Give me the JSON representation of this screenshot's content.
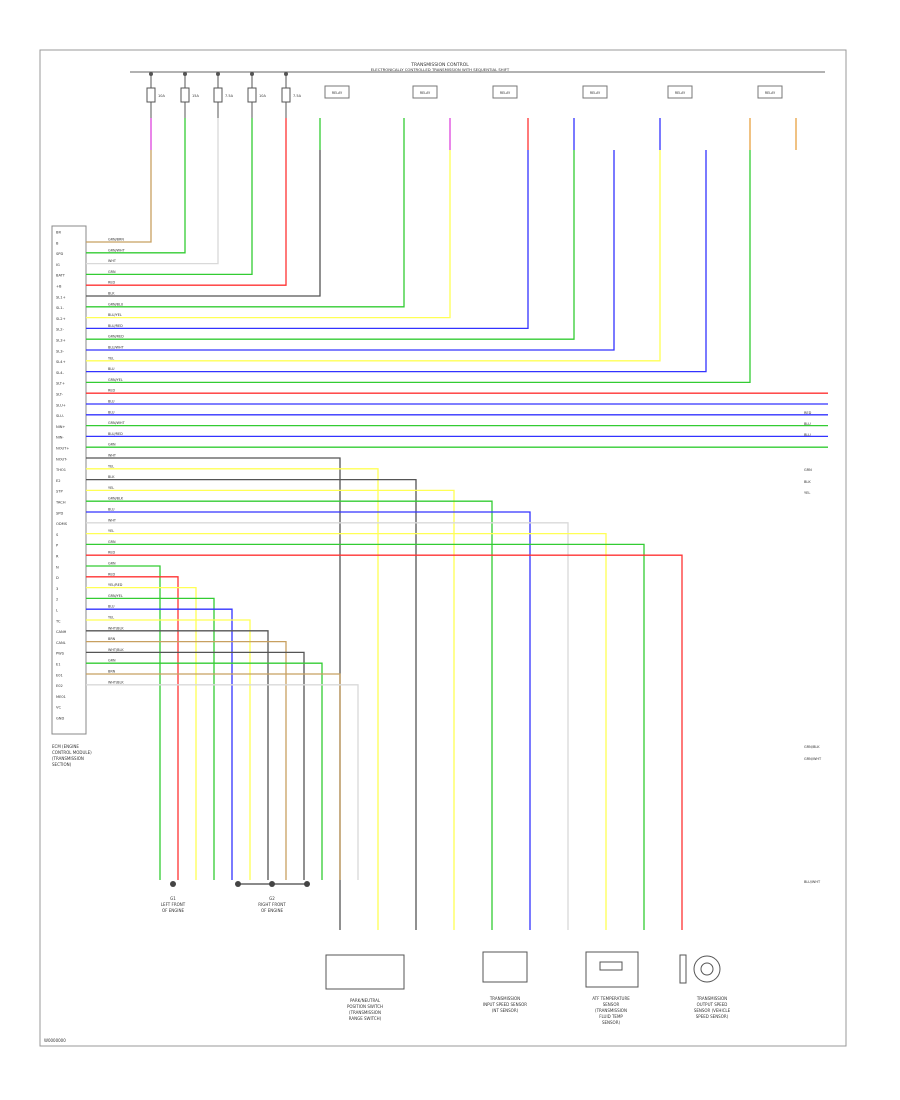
{
  "header": {
    "line1": "TRANSMISSION CONTROL",
    "line2": "ELECTRONICALLY CONTROLLED TRANSMISSION WITH SEQUENTIAL SHIFT"
  },
  "fuse_labels": [
    "10A",
    "15A",
    "7.5A",
    "10A",
    "7.5A"
  ],
  "relay_labels": [
    "RELAY",
    "RELAY",
    "RELAY",
    "RELAY",
    "RELAY",
    "RELAY"
  ],
  "ecm_pins": [
    "BR",
    "B",
    "SPD",
    "IG",
    "BATT",
    "+B",
    "SL1+",
    "SL1-",
    "SL2+",
    "SL2-",
    "SL3+",
    "SL3-",
    "SL4+",
    "SL4-",
    "SLT+",
    "SLT-",
    "SLU+",
    "SLU-",
    "NIN+",
    "NIN-",
    "NOUT+",
    "NOUT-",
    "THO1",
    "E2",
    "STP",
    "TACH",
    "SPD",
    "ODMS",
    "S",
    "P",
    "R",
    "N",
    "D",
    "3",
    "2",
    "L",
    "TC",
    "CANH",
    "CANL",
    "PWS",
    "E1",
    "E01",
    "E02",
    "ME01",
    "VC",
    "GND"
  ],
  "wire_labels": [
    "GRN/BRN",
    "GRN/WHT",
    "WHT",
    "GRN",
    "RED",
    "BLK",
    "GRN/BLU",
    "BLU/YEL",
    "BLU/RED",
    "GRN/RED",
    "BLU/WHT",
    "YEL",
    "BLU",
    "GRN/YEL",
    "RED",
    "BLU",
    "BLU",
    "GRN/WHT",
    "BLU/RED",
    "GRN",
    "WHT",
    "YEL",
    "BLK",
    "YEL",
    "GRN/BLK",
    "BLU",
    "WHT",
    "YEL",
    "GRN",
    "RED",
    "GRN",
    "RED",
    "YEL/RED",
    "GRN/YEL",
    "BLU",
    "YEL",
    "WHT/BLK",
    "BRN",
    "WHT/BLK",
    "GRN",
    "BRN",
    "WHT/BLK"
  ],
  "right_labels": [
    "RED",
    "BLU",
    "BLU",
    "GRN",
    "BLK",
    "YEL",
    "GRN/BLK",
    "GRN/WHT",
    "BLU/WHT"
  ],
  "ecm_caption": [
    "ECM (ENGINE",
    "CONTROL MODULE)",
    "(TRANSMISSION",
    "SECTION)"
  ],
  "ground_captions": {
    "g1": [
      "G1",
      "LEFT FRONT",
      "OF ENGINE"
    ],
    "g2": [
      "G2",
      "RIGHT FRONT",
      "OF ENGINE"
    ]
  },
  "component_captions": {
    "c1": [
      "PARK/NEUTRAL",
      "POSITION SWITCH",
      "(TRANSMISSION",
      "RANGE SWITCH)"
    ],
    "c2": [
      "TRANSMISSION",
      "INPUT SPEED SENSOR",
      "(NT SENSOR)"
    ],
    "c3": [
      "ATF TEMPERATURE",
      "SENSOR",
      "(TRANSMISSION",
      "FLUID TEMP",
      "SENSOR)"
    ],
    "c4": [
      "TRANSMISSION",
      "OUTPUT SPEED",
      "SENSOR (VEHICLE",
      "SPEED SENSOR)"
    ]
  },
  "footer_code": "W0000000",
  "colors": {
    "tan": "#c8a060",
    "green": "#33cc33",
    "white_wire": "#d9d9d9",
    "red": "#ff3333",
    "black_wire": "#555555",
    "blue": "#3333ff",
    "yellow": "#ffff55",
    "magenta": "#dd44dd",
    "orange": "#e8a040",
    "frame": "#999999"
  }
}
